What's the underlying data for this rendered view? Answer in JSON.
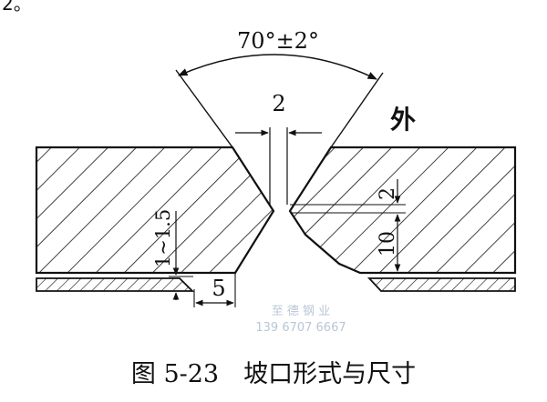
{
  "top_fragment": "2。",
  "angle_label": "70°±2°",
  "root_gap_label": "2",
  "side_label": "外",
  "land_label": "2",
  "depth_label": "10",
  "left_height_label": "1~1.5",
  "backing_width_label": "5",
  "watermark_line1": "至 德 钢 业",
  "watermark_line2": "139 6707 6667",
  "caption": "图 5-23　坡口形式与尺寸",
  "colors": {
    "ink": "#111111",
    "paper": "#ffffff",
    "watermark": "#b9c6d6"
  }
}
